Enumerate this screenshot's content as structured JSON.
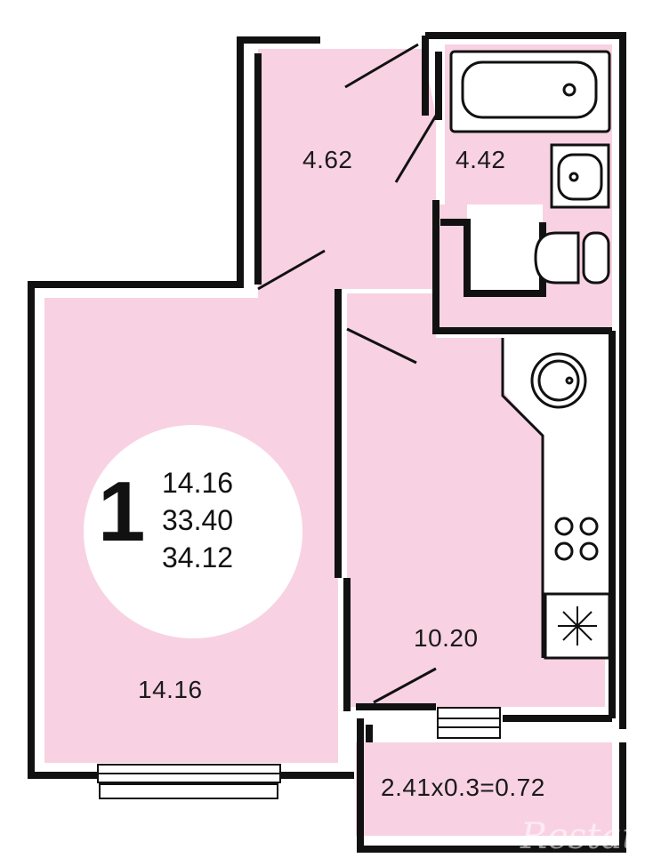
{
  "plan": {
    "rooms_count": "1",
    "summary_areas": [
      "14.16",
      "33.40",
      "34.12"
    ],
    "rooms": {
      "hall": "4.62",
      "bathroom": "4.42",
      "bedroom": "14.16",
      "kitchen": "10.20",
      "balcony": "2.41x0.3=0.72"
    },
    "watermark": "Restate"
  },
  "colors": {
    "room_fill": "#f8d2e2",
    "wall": "#111111",
    "badge": "#ffffff"
  },
  "icons": [
    "bathtub-icon",
    "sink-icon",
    "toilet-icon",
    "kitchen-sink-icon",
    "stove-icon",
    "refrigerator-icon"
  ]
}
